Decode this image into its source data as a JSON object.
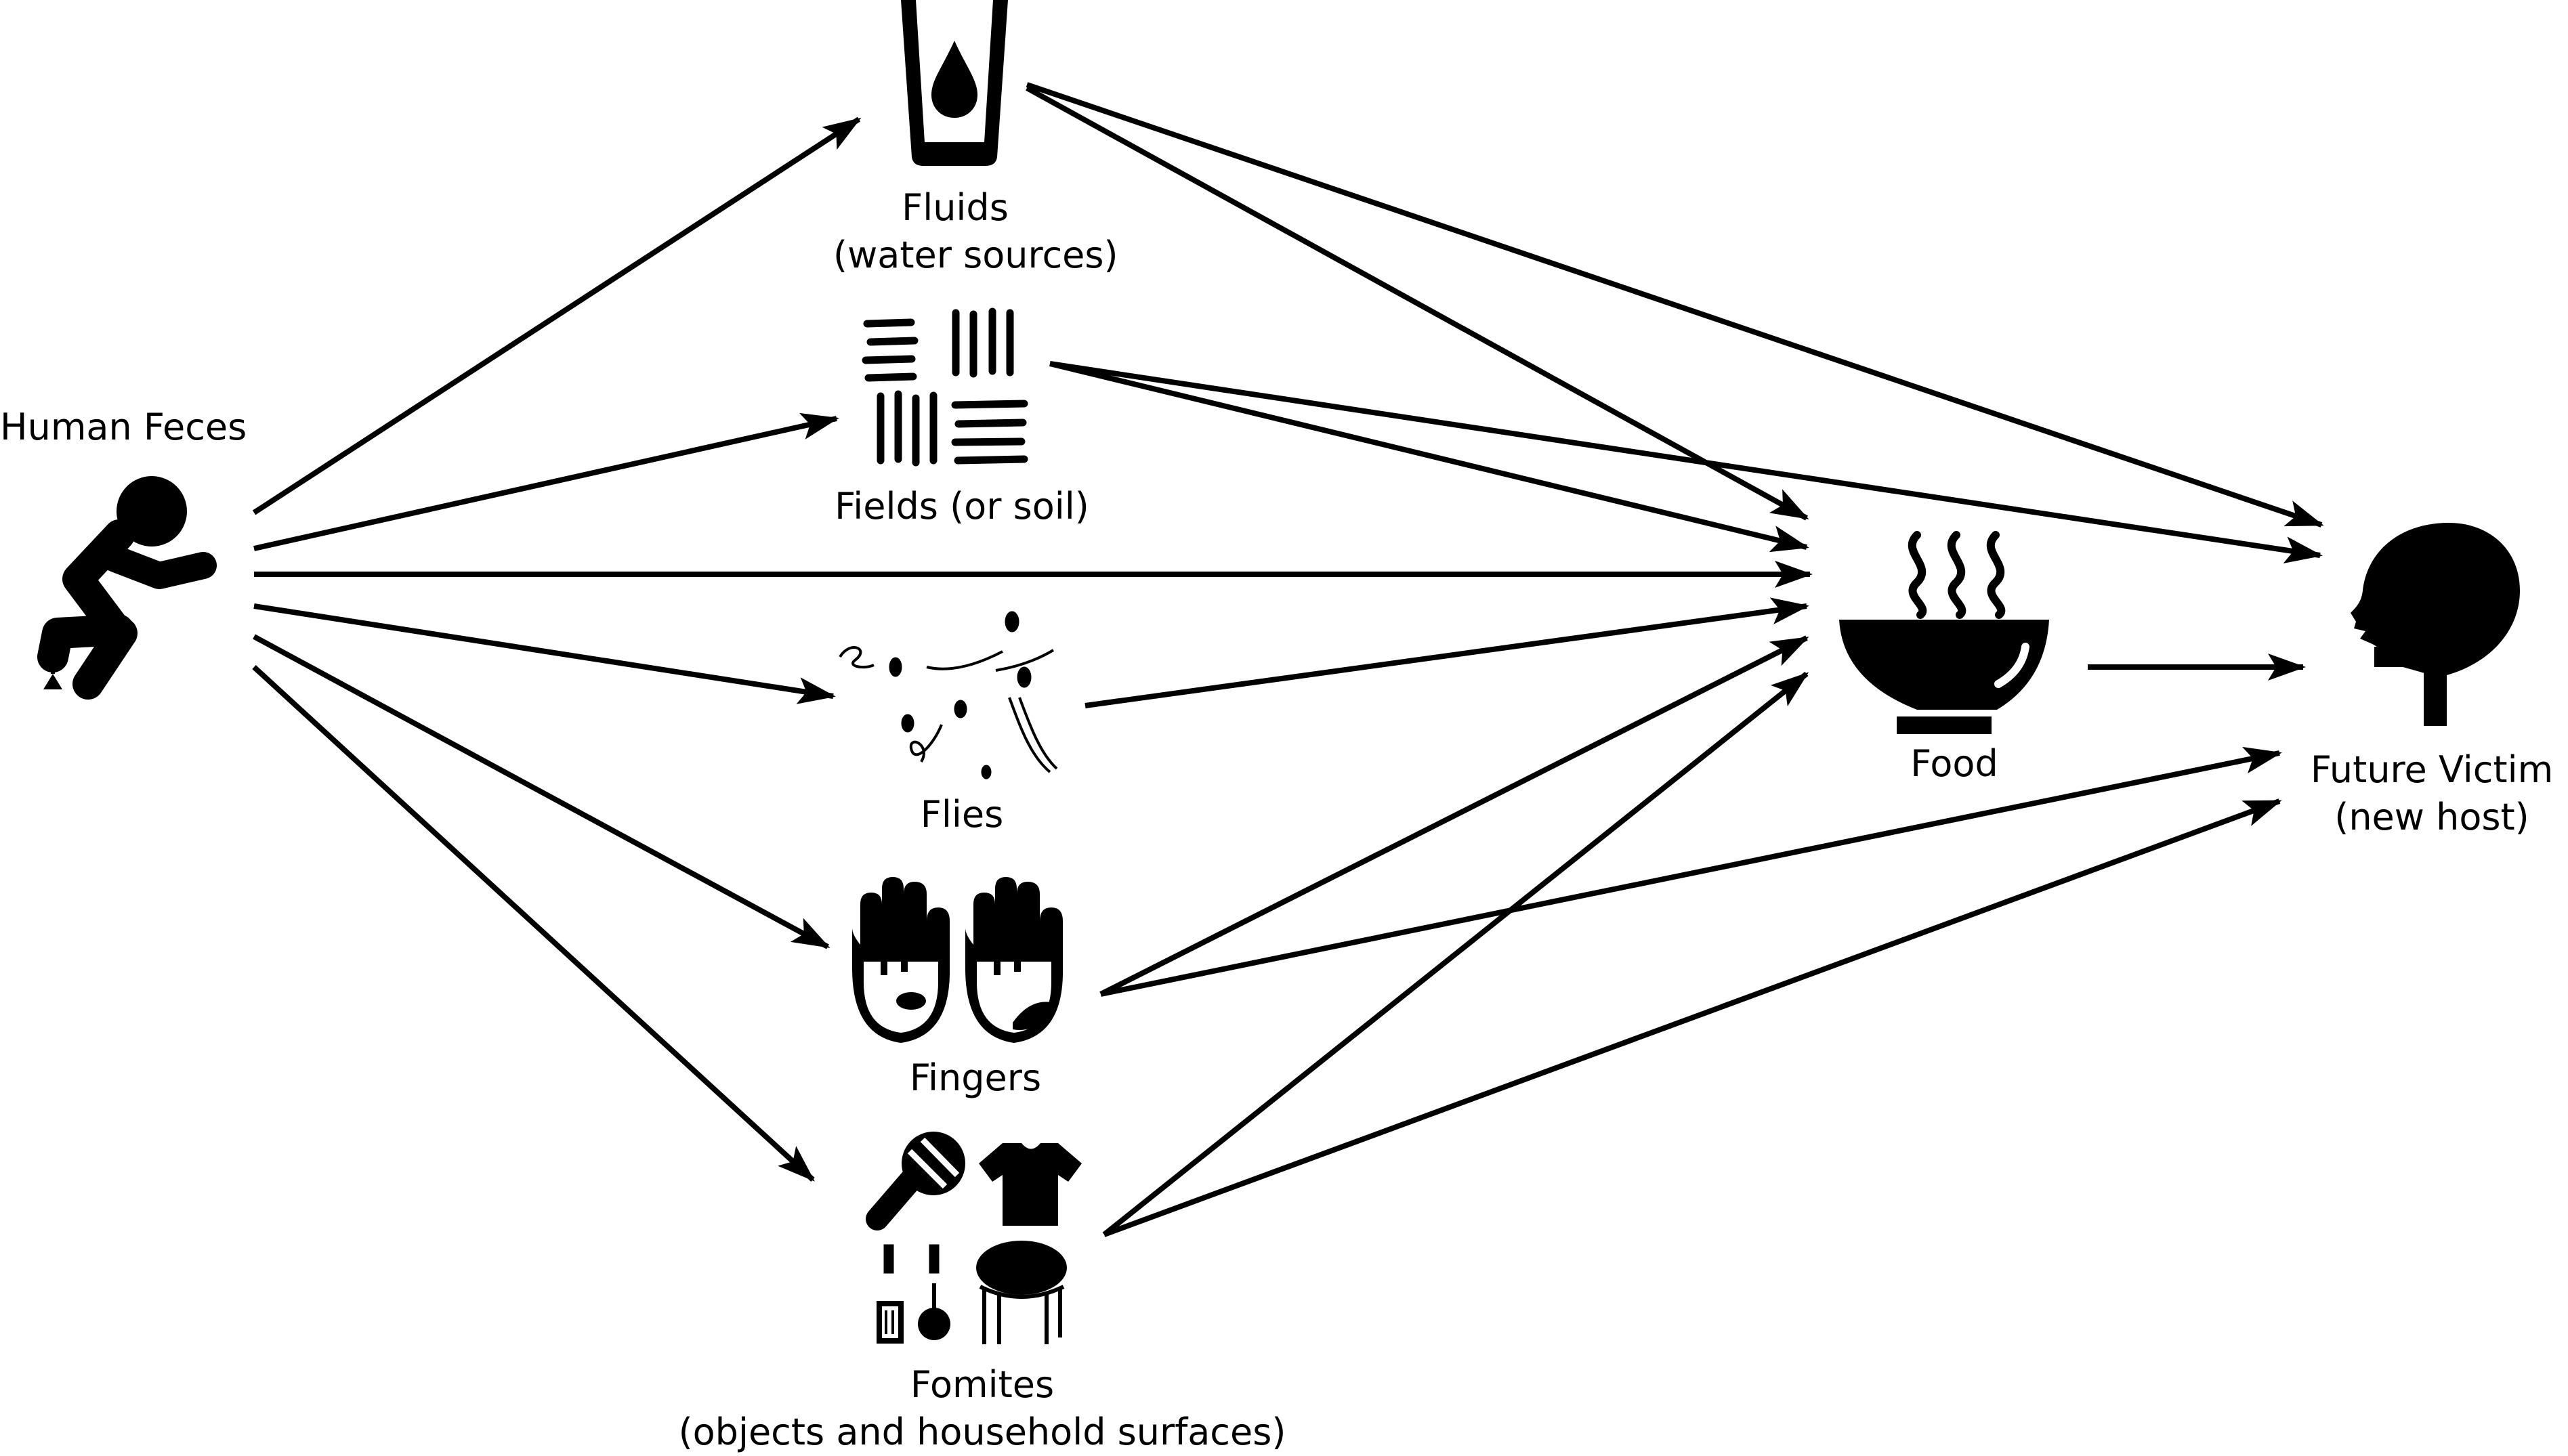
{
  "diagram": {
    "nodes": {
      "feces": {
        "title": "Human Feces",
        "icon": "person-defecating-icon"
      },
      "fluids": {
        "title": "Fluids",
        "subtitle": "(water sources)",
        "icon": "water-glass-icon"
      },
      "fields": {
        "title": "Fields (or soil)",
        "icon": "soil-fields-icon"
      },
      "flies": {
        "title": "Flies",
        "icon": "flies-icon"
      },
      "fingers": {
        "title": "Fingers",
        "icon": "dirty-hands-icon"
      },
      "fomites": {
        "title": "Fomites",
        "subtitle": "(objects and household surfaces)",
        "icon": "household-objects-icon"
      },
      "food": {
        "title": "Food",
        "icon": "hot-food-bowl-icon"
      },
      "victim": {
        "title": "Future Victim",
        "subtitle": "(new host)",
        "icon": "human-head-profile-icon"
      }
    },
    "edges": [
      {
        "from": "feces",
        "to": "fluids"
      },
      {
        "from": "feces",
        "to": "fields"
      },
      {
        "from": "feces",
        "to": "food"
      },
      {
        "from": "feces",
        "to": "flies"
      },
      {
        "from": "feces",
        "to": "fingers"
      },
      {
        "from": "feces",
        "to": "fomites"
      },
      {
        "from": "fluids",
        "to": "food"
      },
      {
        "from": "fluids",
        "to": "victim"
      },
      {
        "from": "fields",
        "to": "food"
      },
      {
        "from": "fields",
        "to": "victim"
      },
      {
        "from": "flies",
        "to": "food"
      },
      {
        "from": "fingers",
        "to": "food"
      },
      {
        "from": "fingers",
        "to": "victim"
      },
      {
        "from": "fomites",
        "to": "food"
      },
      {
        "from": "fomites",
        "to": "victim"
      },
      {
        "from": "food",
        "to": "victim"
      }
    ]
  }
}
